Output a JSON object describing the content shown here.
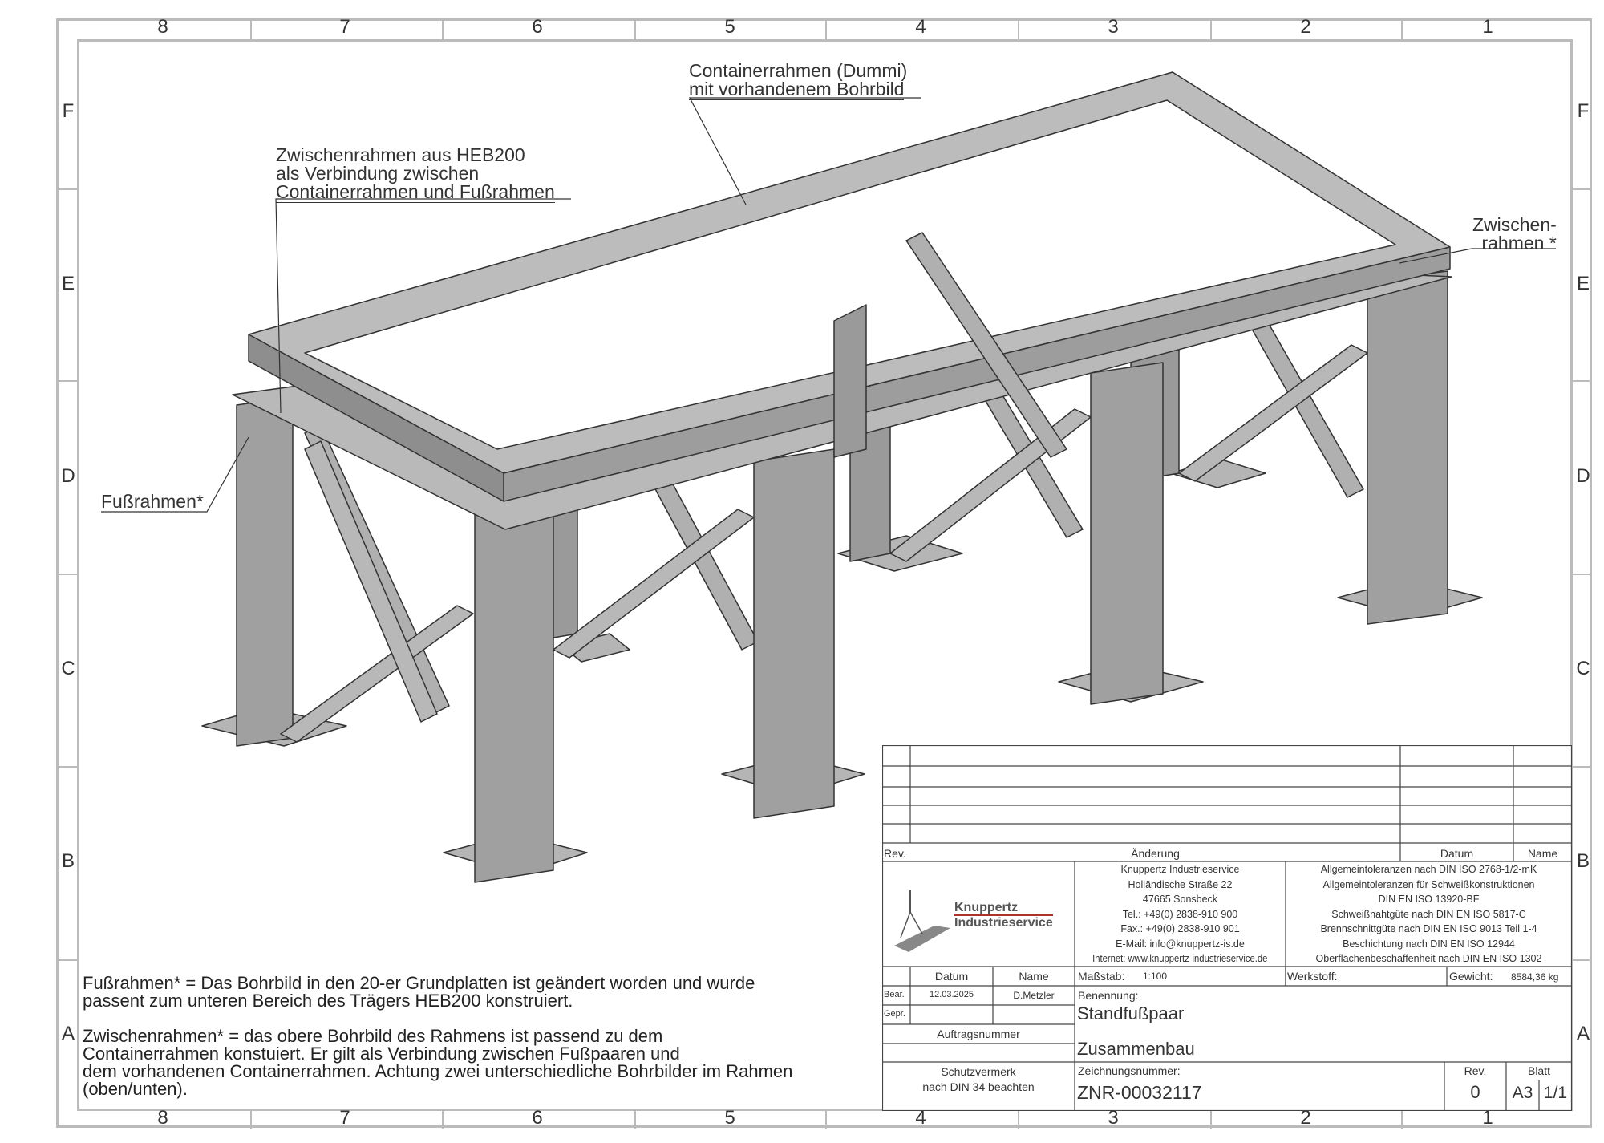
{
  "zones": {
    "columns": [
      "8",
      "7",
      "6",
      "5",
      "4",
      "3",
      "2",
      "1"
    ],
    "rows": [
      "F",
      "E",
      "D",
      "C",
      "B",
      "A"
    ]
  },
  "callouts": {
    "containerrahmen": [
      "Containerrahmen (Dummi)",
      "mit vorhandenem Bohrbild"
    ],
    "zwischenrahmen_heb": [
      "Zwischenrahmen aus HEB200",
      "als Verbindung zwischen",
      "Containerrahmen und Fußrahmen"
    ],
    "zwischenrahmen_star": [
      "Zwischen-",
      "rahmen *"
    ],
    "fussrahmen": "Fußrahmen*"
  },
  "notes": [
    [
      "Fußrahmen* = Das Bohrbild in den 20-er Grundplatten ist geändert worden und wurde",
      "passent zum unteren Bereich des Trägers HEB200 konstruiert."
    ],
    [
      "Zwischenrahmen* = das obere Bohrbild des Rahmens ist passend zu dem",
      "Containerrahmen konstuiert. Er gilt als Verbindung zwischen Fußpaaren und",
      "dem vorhandenen Containerrahmen. Achtung zwei unterschiedliche Bohrbilder im Rahmen",
      "(oben/unten)."
    ]
  ],
  "title_block": {
    "revision_header": {
      "rev": "Rev.",
      "aenderung": "Änderung",
      "datum": "Datum",
      "name": "Name"
    },
    "logo": {
      "line1": "Knuppertz",
      "line2": "Industrieservice",
      "accent": "#b0302a"
    },
    "address": [
      "Knuppertz Industrieservice",
      "Holländische Straße 22",
      "47665 Sonsbeck",
      "Tel.: +49(0) 2838-910 900",
      "Fax.: +49(0) 2838-910 901",
      "E-Mail: info@knuppertz-is.de",
      "Internet: www.knuppertz-industrieservice.de"
    ],
    "tolerances": [
      "Allgemeintoleranzen nach DIN ISO 2768-1/2-mK",
      "Allgemeintoleranzen für Schweißkonstruktionen",
      "DIN EN ISO 13920-BF",
      "Schweißnahtgüte nach DIN EN ISO 5817-C",
      "Brennschnittgüte nach DIN EN ISO 9013 Teil 1-4",
      "Beschichtung nach DIN EN ISO 12944",
      "Oberflächenbeschaffenheit nach DIN EN ISO 1302"
    ],
    "datum_label": "Datum",
    "name_label": "Name",
    "bear_label": "Bear.",
    "bear_datum": "12.03.2025",
    "bear_name": "D.Metzler",
    "gepr_label": "Gepr.",
    "auftragsnummer_label": "Auftragsnummer",
    "schutzvermerk": [
      "Schutzvermerk",
      "nach DIN 34 beachten"
    ],
    "massstab_label": "Maßstab:",
    "massstab": "1:100",
    "werkstoff_label": "Werkstoff:",
    "gewicht_label": "Gewicht:",
    "gewicht": "8584,36 kg",
    "benennung_label": "Benennung:",
    "benennung1": "Standfußpaar",
    "benennung2": "Zusammenbau",
    "zeichnungsnummer_label": "Zeichnungsnummer:",
    "zeichnungsnummer": "ZNR-00032117",
    "rev_label": "Rev.",
    "rev": "0",
    "blatt_label": "Blatt",
    "format": "A3",
    "blatt": "1/1"
  }
}
